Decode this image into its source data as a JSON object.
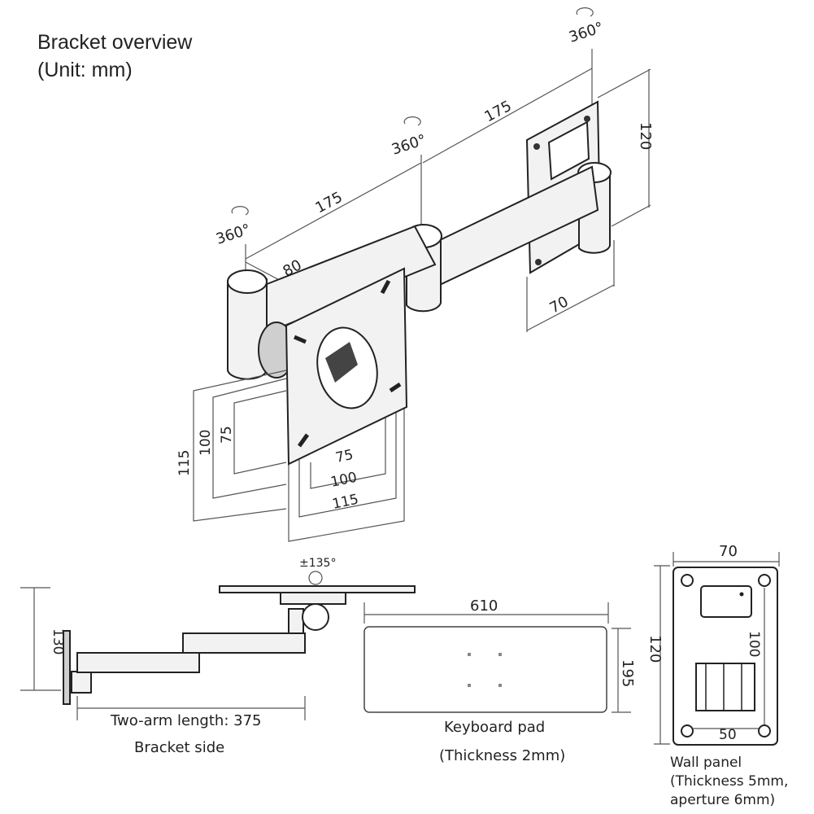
{
  "header": {
    "title": "Bracket overview",
    "unit": "(Unit: mm)"
  },
  "overview": {
    "rotation_top": "360°",
    "rotation_mid": "360°",
    "rotation_left": "360°",
    "arm_length_1": "175",
    "arm_length_2": "175",
    "plate_offset": "80",
    "wall_height": "120",
    "wall_width": "70",
    "vesa_v": [
      "115",
      "100",
      "75"
    ],
    "vesa_h": [
      "75",
      "100",
      "115"
    ]
  },
  "side_view": {
    "tilt": "±135°",
    "height": "130",
    "arm_length_label": "Two-arm length: 375",
    "caption": "Bracket side"
  },
  "keyboard": {
    "width": "610",
    "depth": "195",
    "caption": "Keyboard pad",
    "thickness": "(Thickness 2mm)"
  },
  "wall_panel": {
    "width": "70",
    "height": "120",
    "hole_v": "100",
    "hole_h": "50",
    "caption": "Wall panel",
    "note_line1": "(Thickness 5mm,",
    "note_line2": "aperture 6mm)"
  }
}
